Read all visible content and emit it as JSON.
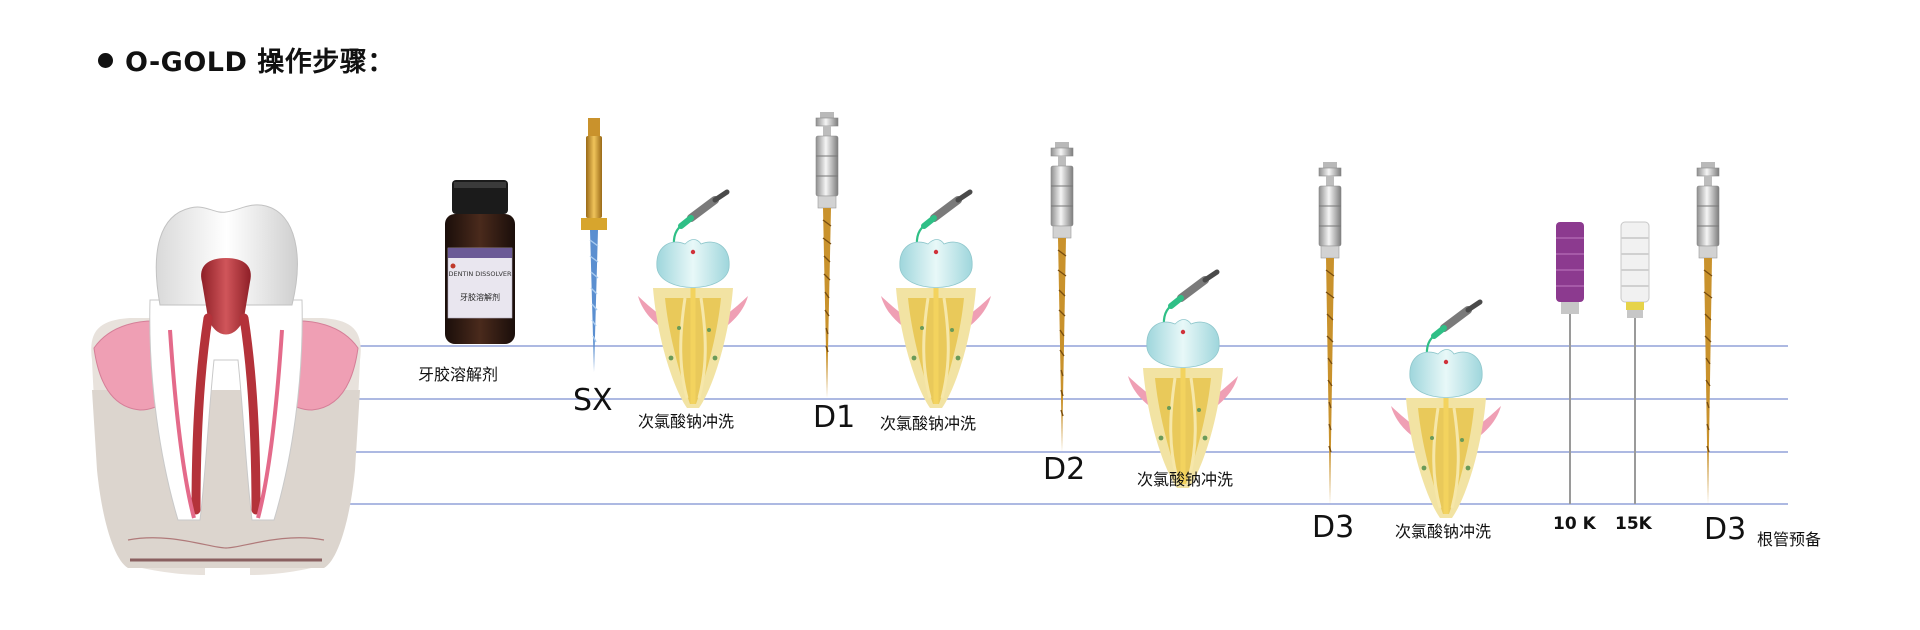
{
  "title": "O-GOLD 操作步骤：",
  "bottle": {
    "label_line1": "DENTIN DISSOLVER",
    "label_line2": "牙胶溶解剂",
    "caption": "牙胶溶解剂"
  },
  "steps": {
    "sx": "SX",
    "rinse1": "次氯酸钠冲洗",
    "d1": "D1",
    "rinse2": "次氯酸钠冲洗",
    "d2": "D2",
    "rinse3": "次氯酸钠冲洗",
    "d3": "D3",
    "rinse4": "次氯酸钠冲洗",
    "k10": "10 K",
    "k15": "15K",
    "d3_final": "D3",
    "final_prep": "根管预备"
  },
  "colors": {
    "gold": "#c9922c",
    "rinse_tip": "#2fbf86",
    "guide_line": "#7c8fd0",
    "k10_handle": "#8c3a8f",
    "k15_handle": "#f1f1f1",
    "pulp": "#b4323a",
    "gum": "#ef9fb4"
  }
}
